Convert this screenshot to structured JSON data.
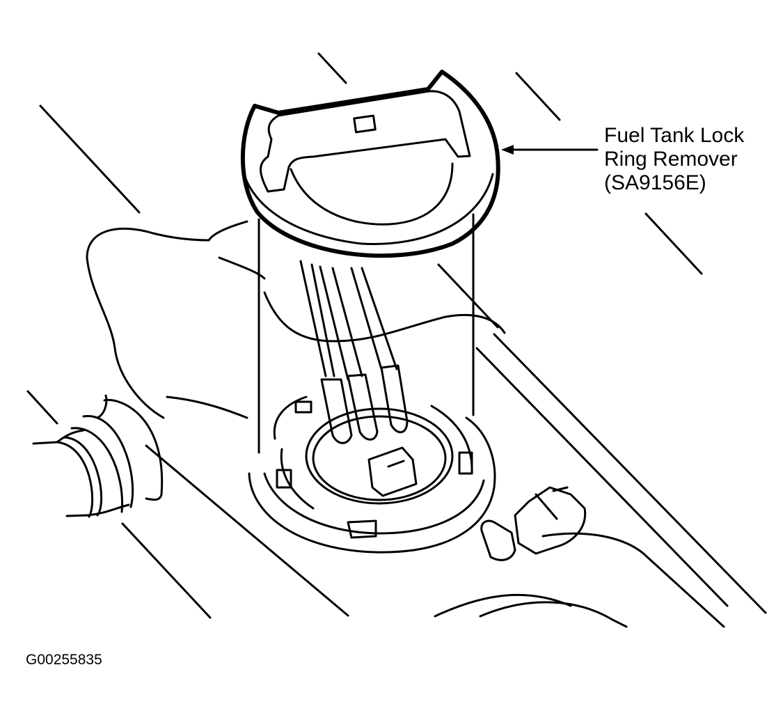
{
  "diagram": {
    "subject": "Fuel tank lock ring removal",
    "callouts": [
      {
        "id": "lock-ring-remover",
        "lines": [
          "Fuel Tank Lock",
          "Ring Remover",
          "(SA9156E)"
        ],
        "points_to": "lock ring removal tool"
      }
    ],
    "figure_id": "G00255835",
    "colors": {
      "line": "#000000",
      "background": "#ffffff"
    },
    "components": [
      "lock-ring-remover-tool",
      "fuel-pump-module",
      "lock-ring",
      "fuel-tank",
      "filler-neck-hose",
      "electrical-connector"
    ]
  }
}
